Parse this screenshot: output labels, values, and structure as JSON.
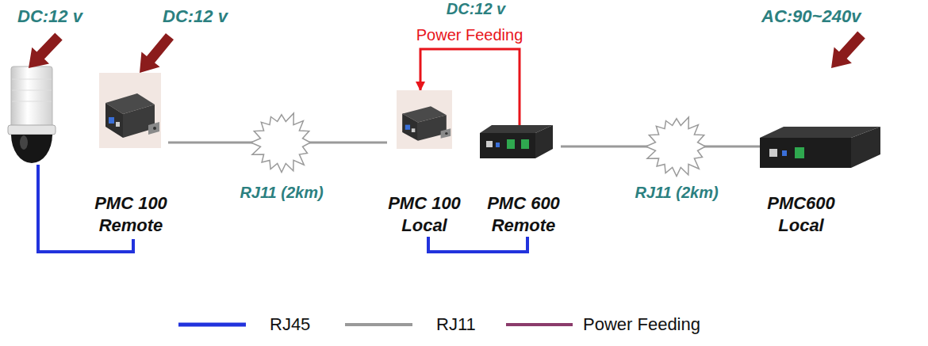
{
  "diagram": {
    "nodes": [
      {
        "text": [
          "PMC 100 Remote"
        ]
      },
      {
        "text": [
          "PMC 100 Local"
        ]
      },
      {
        "text": [
          "PMC 600 Remote"
        ]
      },
      {
        "text": [
          "PMC600 Local"
        ]
      }
    ],
    "edges": [
      {
        "from": 0,
        "to": 1,
        "arrow": "none",
        "label": "RJ11 (2km)"
      },
      {
        "from": 2,
        "to": 1,
        "arrow": "to",
        "label": "Power Feeding"
      },
      {
        "from": 1,
        "to": 2,
        "arrow": "none"
      },
      {
        "from": 2,
        "to": 3,
        "arrow": "none",
        "label": "RJ11 (2km)"
      }
    ],
    "labels": [
      "DC:12 v",
      "DC:12 v",
      "DC:12 v",
      "AC:90~240v"
    ],
    "legend": [
      {
        "text": "RJ45"
      },
      {
        "text": "RJ11"
      },
      {
        "text": "Power Feeding"
      }
    ]
  }
}
